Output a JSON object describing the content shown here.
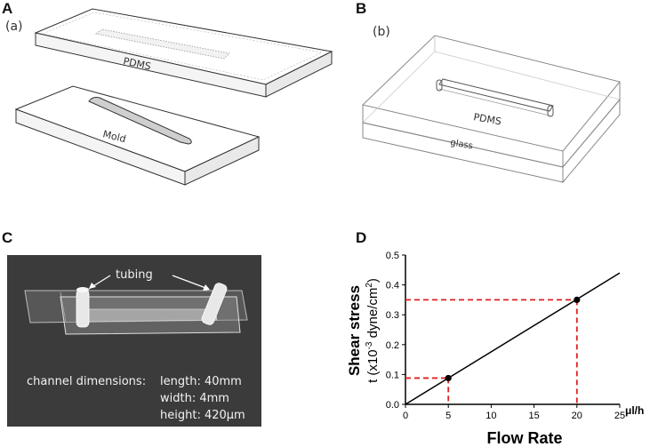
{
  "panels": {
    "a": {
      "letter": "A",
      "sub": "(a)",
      "top_label": "PDMS",
      "bottom_label": "Mold"
    },
    "b": {
      "letter": "B",
      "sub": "(b)",
      "label_chip": "PDMS",
      "label_base": "glass"
    },
    "c": {
      "letter": "C",
      "tubing_label": "tubing",
      "dims_label": "channel dimensions:",
      "length_text": "length: 40mm",
      "width_text": "width: 4mm",
      "height_text": "height: 420μm"
    },
    "d": {
      "letter": "D"
    }
  },
  "colors": {
    "guide": "#e02020",
    "line": "#000000",
    "photo_bg": "#3b3b3b"
  },
  "chart_data": {
    "type": "line",
    "x": [
      0,
      25
    ],
    "y": [
      0,
      0.44
    ],
    "xlim": [
      0,
      25
    ],
    "ylim": [
      0,
      0.5
    ],
    "xticks": [
      "0",
      "5",
      "10",
      "15",
      "20",
      "25"
    ],
    "yticks": [
      "0.0",
      "0.1",
      "0.2",
      "0.3",
      "0.4",
      "0.5"
    ],
    "xlabel": "Flow Rate",
    "xunit": "μl/h",
    "ylabel_main": "Shear stress",
    "ylabel_prefix": "t (x10",
    "ylabel_exp": "-3",
    "ylabel_mid": " dyne/cm",
    "ylabel_exp2": "2",
    "ylabel_suffix": ")",
    "highlights": [
      {
        "x": 5,
        "y": 0.088
      },
      {
        "x": 20,
        "y": 0.35
      }
    ]
  }
}
